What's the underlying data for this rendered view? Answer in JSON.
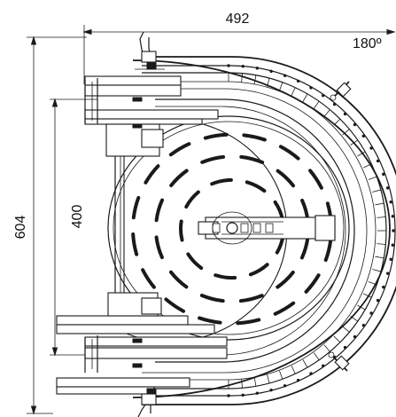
{
  "dimensions": {
    "width_label": "492",
    "height_label": "604",
    "inner_height_label": "400",
    "angle_label": "180º"
  }
}
